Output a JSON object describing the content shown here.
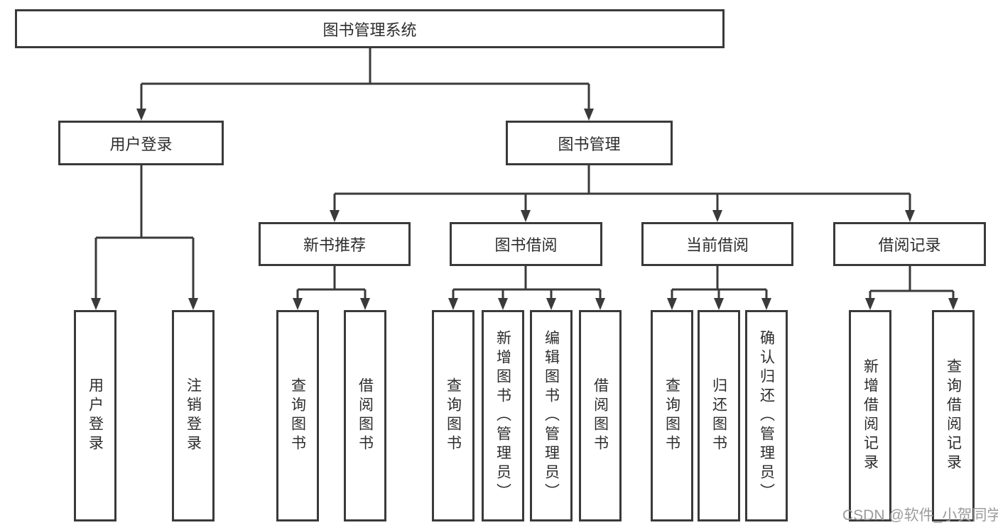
{
  "colors": {
    "line": "#3a3a3a",
    "box_border": "#3a3a3a",
    "box_fill": "#ffffff",
    "label_text": "#2d2d2d",
    "watermark_text": "#9c9c9c"
  },
  "watermark": "CSDN @软件_小贺同学",
  "diagram": {
    "root": {
      "label": "图书管理系统"
    },
    "branches": [
      {
        "label": "用户登录",
        "leaves": [
          "用户登录",
          "注销登录"
        ]
      },
      {
        "label": "图书管理",
        "groups": [
          {
            "label": "新书推荐",
            "leaves": [
              "查询图书",
              "借阅图书"
            ]
          },
          {
            "label": "图书借阅",
            "leaves": [
              "查询图书",
              "新增图书（管理员）",
              "编辑图书（管理员）",
              "借阅图书"
            ]
          },
          {
            "label": "当前借阅",
            "leaves": [
              "查询图书",
              "归还图书",
              "确认归还（管理员）"
            ]
          },
          {
            "label": "借阅记录",
            "leaves": [
              "新增借阅记录",
              "查询借阅记录"
            ]
          }
        ]
      }
    ]
  }
}
